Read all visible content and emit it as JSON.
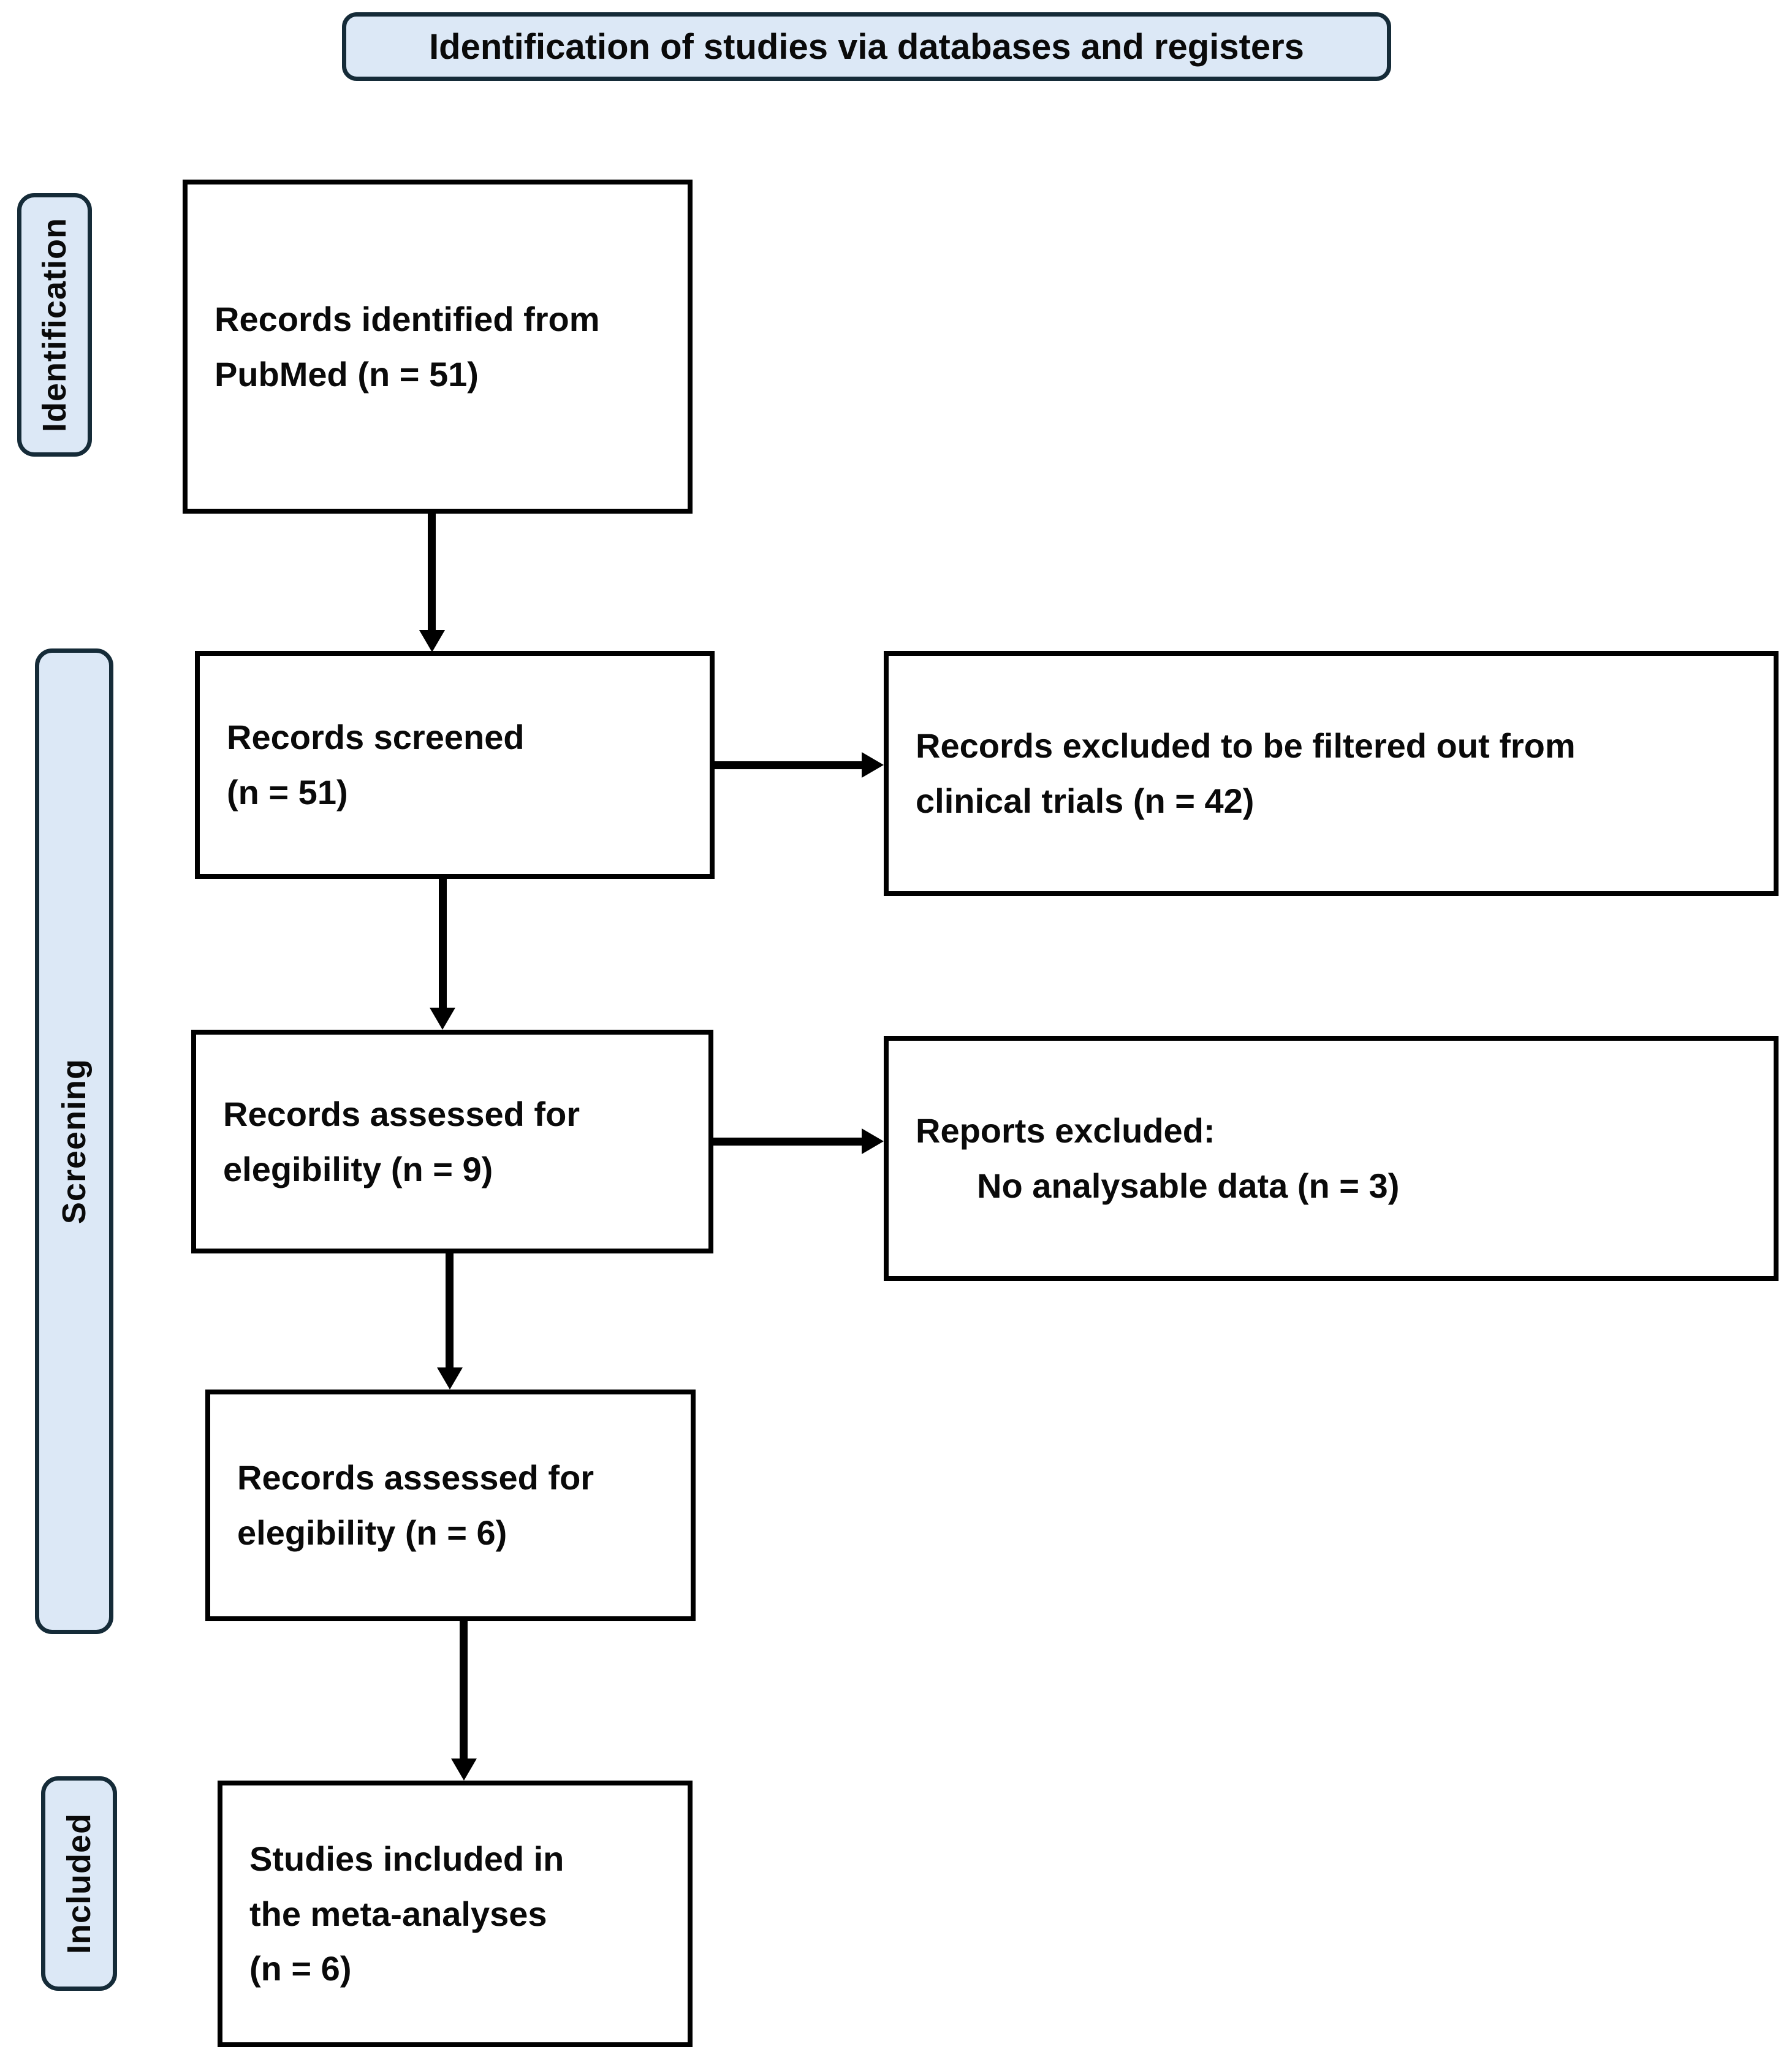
{
  "title": "Identification of studies via databases and registers",
  "colors": {
    "panel_fill": "#dce8f6",
    "panel_border": "#152b38",
    "box_border": "#000000",
    "text": "#0a0a0a"
  },
  "stages": {
    "identification": "Identification",
    "screening": "Screening",
    "included": "Included"
  },
  "boxes": {
    "identified": {
      "lines": [
        "Records identified from",
        "PubMed (n = 51)"
      ]
    },
    "screened": {
      "lines": [
        "Records screened",
        "(n = 51)"
      ]
    },
    "assessed9": {
      "lines": [
        "Records assessed for",
        "elegibility (n = 9)"
      ]
    },
    "assessed6": {
      "lines": [
        "Records assessed for",
        "elegibility (n = 6)"
      ]
    },
    "included_studies": {
      "lines": [
        "Studies included in",
        "the meta-analyses",
        "(n = 6)"
      ]
    },
    "excluded42": {
      "lines": [
        "Records excluded to be filtered out from",
        "clinical trials (n = 42)"
      ]
    },
    "excluded3": {
      "lines": [
        "Reports excluded:",
        "No analysable data (n = 3)"
      ]
    }
  }
}
